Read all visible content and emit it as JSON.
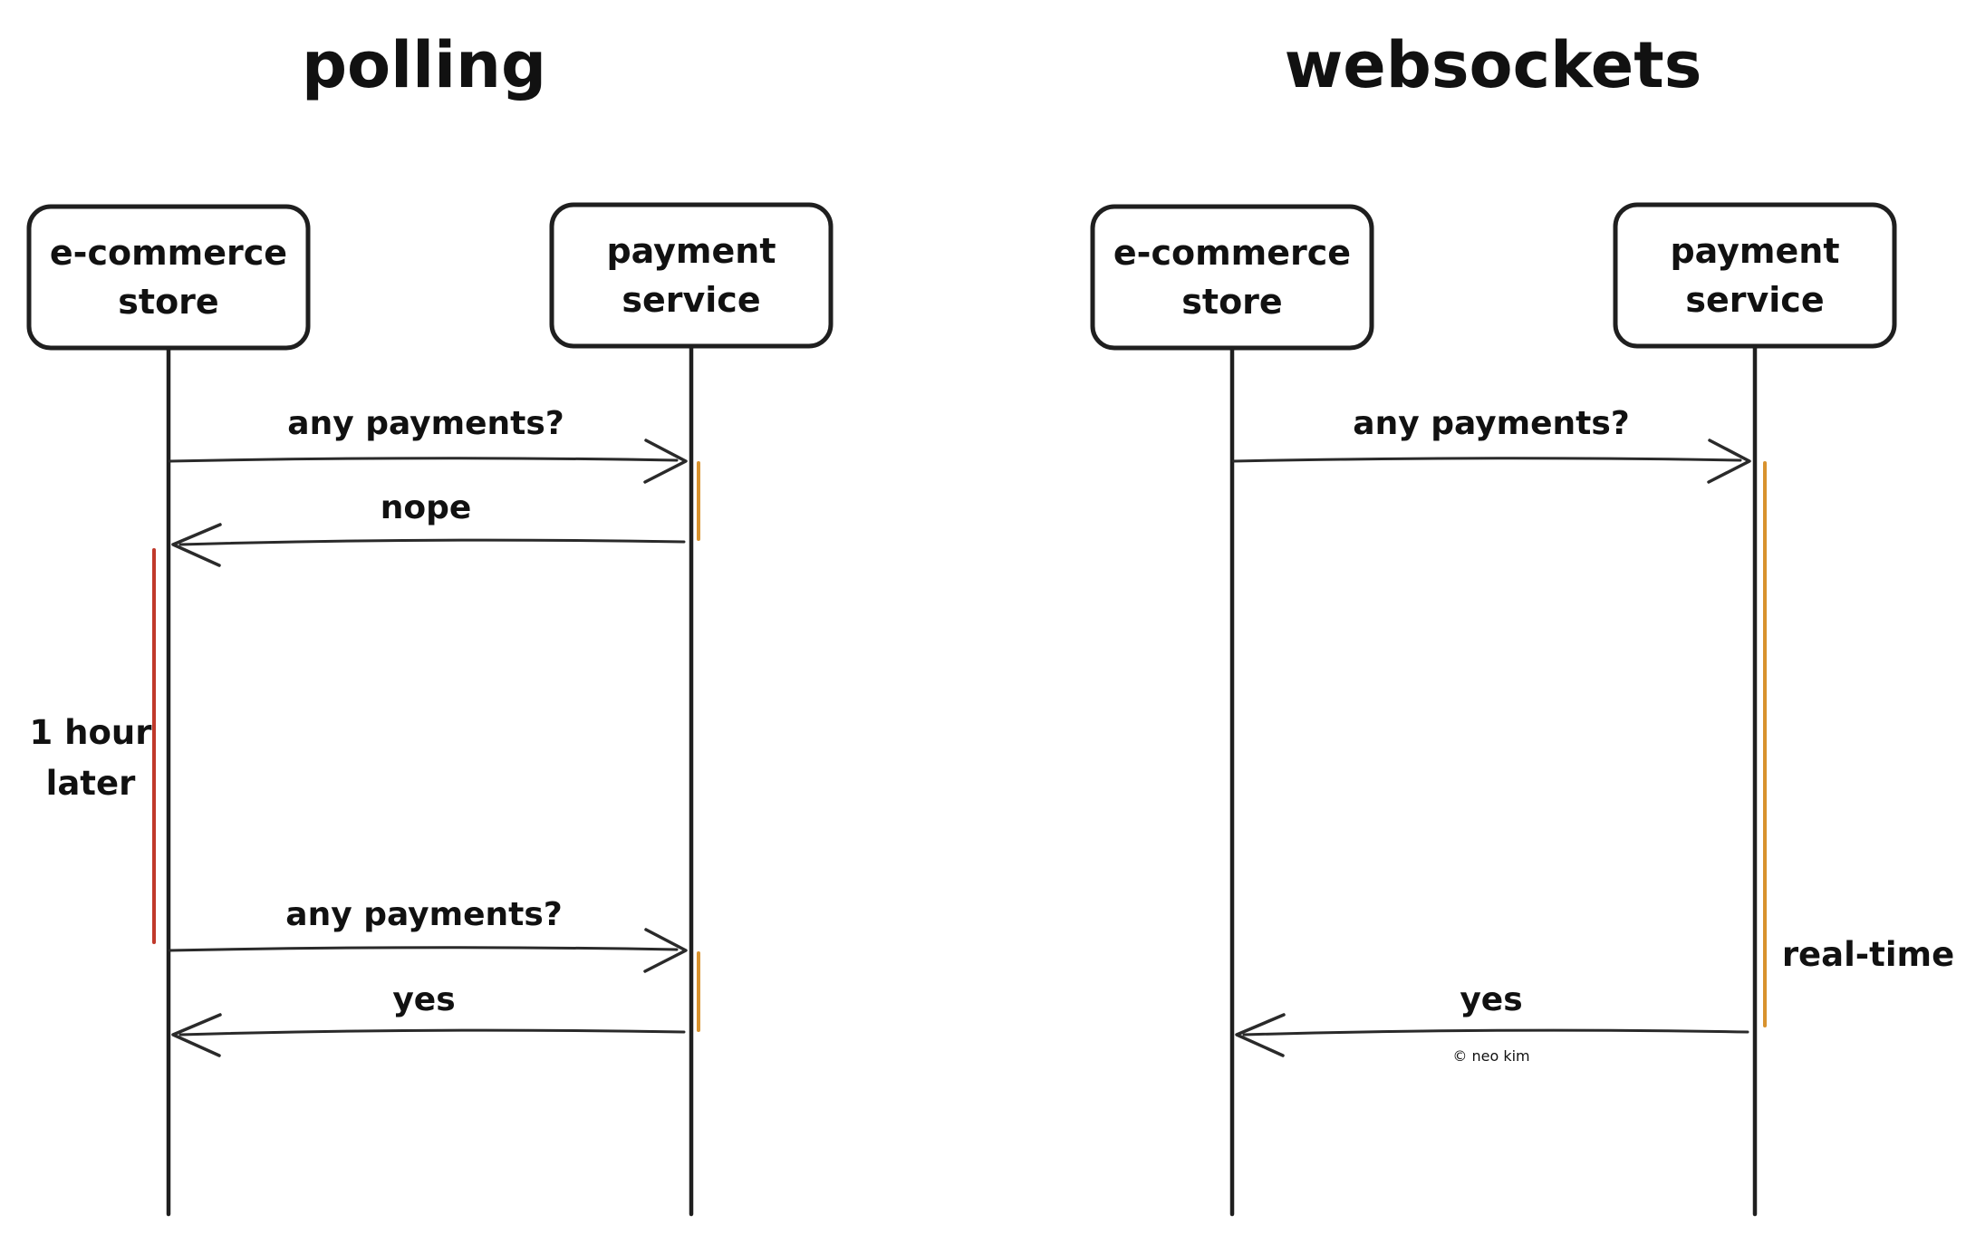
{
  "colors": {
    "ink": "#1f1f1f",
    "delay_red": "#c0392b",
    "realtime_green": "#2ea44f",
    "activation_orange": "#d8922e",
    "credit_orange": "#cf9338"
  },
  "polling": {
    "title": "polling",
    "actors": {
      "store": {
        "line1": "e-commerce",
        "line2": "store"
      },
      "payment": {
        "line1": "payment",
        "line2": "service"
      }
    },
    "messages": {
      "request1": "any payments?",
      "response1": "nope",
      "request2": "any payments?",
      "response2": "yes"
    },
    "delay_note": {
      "line1": "1 hour",
      "line2": "later"
    }
  },
  "websockets": {
    "title": "websockets",
    "actors": {
      "store": {
        "line1": "e-commerce",
        "line2": "store"
      },
      "payment": {
        "line1": "payment",
        "line2": "service"
      }
    },
    "messages": {
      "request": "any payments?",
      "response": "yes"
    },
    "realtime_note": "real-time"
  },
  "credit": "© neo kim"
}
